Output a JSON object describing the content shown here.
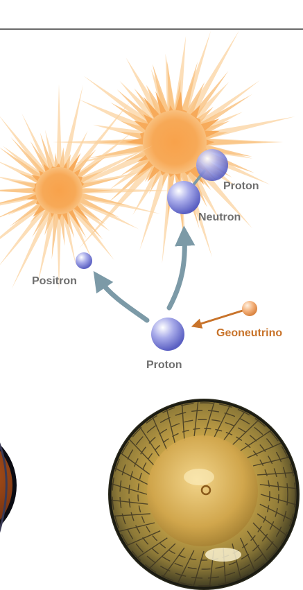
{
  "labels": {
    "proton_top": "Proton",
    "neutron": "Neutron",
    "positron": "Positron",
    "proton_bottom": "Proton",
    "geoneutrino": "Geoneutrino"
  },
  "colors": {
    "flash": "#f7a957",
    "flash_spikes": "#fbd3a0",
    "particle": "#7b7fd2",
    "arrow": "#7c9aa7",
    "geoneutrino": "#c8732a",
    "label": "#6e6e6e"
  }
}
